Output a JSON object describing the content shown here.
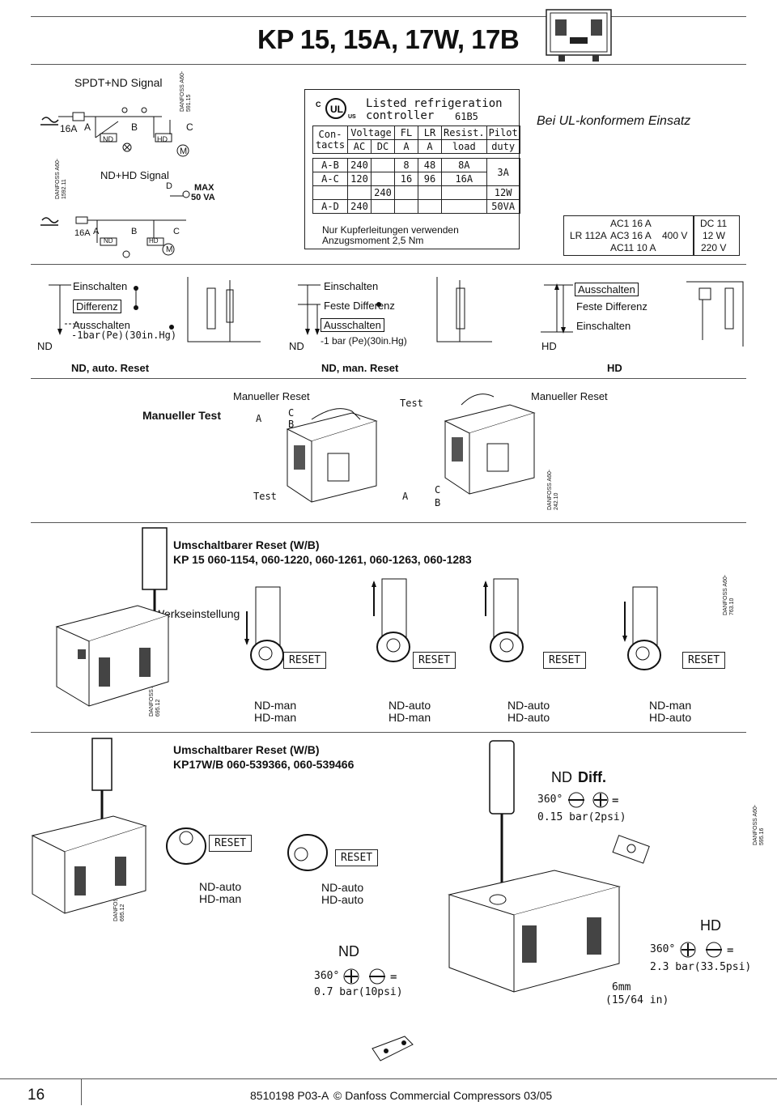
{
  "header": {
    "title": "KP 15, 15A, 17W, 17B"
  },
  "wiring": {
    "spdt_title": "SPDT+ND Signal",
    "ndhd_title": "ND+HD Signal",
    "fuse1": "16A",
    "fuse2": "16A",
    "term_a": "A",
    "term_b": "B",
    "term_c": "C",
    "term_d": "D",
    "nd": "ND",
    "hd": "HD",
    "m": "M",
    "max_label": "MAX",
    "max_value": "50 VA",
    "code1": "DANFOSS A60-591.15",
    "code2": "DANFOSS A60-1592.11"
  },
  "ul_table": {
    "listed": "Listed  refrigeration",
    "controller": "controller",
    "model": "61B5",
    "hdr_contacts": "Con-tacts",
    "hdr_voltage": "Voltage",
    "hdr_ac": "AC",
    "hdr_dc": "DC",
    "hdr_fl": "FL",
    "hdr_fl_unit": "A",
    "hdr_lr": "LR",
    "hdr_lr_unit": "A",
    "hdr_resist": "Resist.",
    "hdr_load": "load",
    "hdr_pilot": "Pilot",
    "hdr_duty": "duty",
    "rows": [
      [
        "A-B",
        "240",
        "",
        "8",
        "48",
        "8A",
        "3A"
      ],
      [
        "A-C",
        "120",
        "",
        "16",
        "96",
        "16A",
        ""
      ],
      [
        "",
        "",
        "240",
        "",
        "",
        "",
        "12W"
      ],
      [
        "A-D",
        "240",
        "",
        "",
        "",
        "",
        "50VA"
      ]
    ],
    "note1": "Nur Kupferleitungen verwenden",
    "note2": "Anzugsmoment 2,5 Nm"
  },
  "ul_use": {
    "title": "Bei UL-konformem Einsatz",
    "lr": "LR 112A",
    "ac1": "AC1  16 A",
    "ac3": "AC3  16 A",
    "ac11": "AC11 10 A",
    "voltage": "400 V",
    "dc11": "DC 11",
    "w12": "12 W",
    "v220": "220 V"
  },
  "diff": {
    "p1_einschalten": "Einschalten",
    "p1_differenz": "Differenz",
    "p1_ausschalten": "Ausschalten",
    "p1_vac": "-1bar(Pe)(30in.Hg)",
    "p1_nd": "ND",
    "p1_caption": "ND, auto. Reset",
    "p2_einschalten": "Einschalten",
    "p2_feste": "Feste Differenz",
    "p2_ausschalten": "Ausschalten",
    "p2_vac": "-1 bar (Pe)(30in.Hg)",
    "p2_nd": "ND",
    "p2_caption": "ND, man. Reset",
    "p3_ausschalten": "Ausschalten",
    "p3_feste": "Feste Differenz",
    "p3_einschalten": "Einschalten",
    "p3_hd": "HD",
    "p3_caption": "HD"
  },
  "manual": {
    "manueller_test": "Manueller Test",
    "manueller_reset_1": "Manueller Reset",
    "manueller_reset_2": "Manueller Reset",
    "test_top": "Test",
    "test_bottom": "Test",
    "a1": "A",
    "b1": "B",
    "c1": "C",
    "a2": "A",
    "b2": "B",
    "c2": "C",
    "code": "DANFOSS A60-242.10"
  },
  "kp15": {
    "title": "Umschaltbarer Reset (W/B)",
    "models": "KP 15 060-1154, 060-1220, 060-1261, 060-1263, 060-1283",
    "werk": "Werkseinstellung",
    "reset": "RESET",
    "states": [
      {
        "l1": "ND-man",
        "l2": "HD-man"
      },
      {
        "l1": "ND-auto",
        "l2": "HD-man"
      },
      {
        "l1": "ND-auto",
        "l2": "HD-auto"
      },
      {
        "l1": "ND-man",
        "l2": "HD-auto"
      }
    ],
    "code_a": "DANFOSS A60-695.12",
    "code_b": "DANFOSS A60-763.10"
  },
  "kp17": {
    "title": "Umschaltbarer Reset (W/B)",
    "models": "KP17W/B 060-539366, 060-539466",
    "reset": "RESET",
    "state1_l1": "ND-auto",
    "state1_l2": "HD-man",
    "state2_l1": "ND-auto",
    "state2_l2": "HD-auto",
    "nd_diff_nd": "ND",
    "nd_diff_label": "Diff.",
    "nd_diff_angle": "360°",
    "nd_diff_value": "0.15  bar(2psi)",
    "hd_label": "HD",
    "hd_angle": "360°",
    "hd_value": "2.3  bar(33.5psi)",
    "nd_label": "ND",
    "nd_angle": "360°",
    "nd_value": "0.7  bar(10psi)",
    "tool_size": "6mm",
    "tool_inch": "(15/64 in)",
    "code_a": "DANFOSS A60-695.12",
    "code_b": "DANFOSS A60-595.16"
  },
  "footer": {
    "page": "16",
    "ref": "8510198 P03-A",
    "copyright": "© Danfoss Commercial Compressors 03/05"
  }
}
